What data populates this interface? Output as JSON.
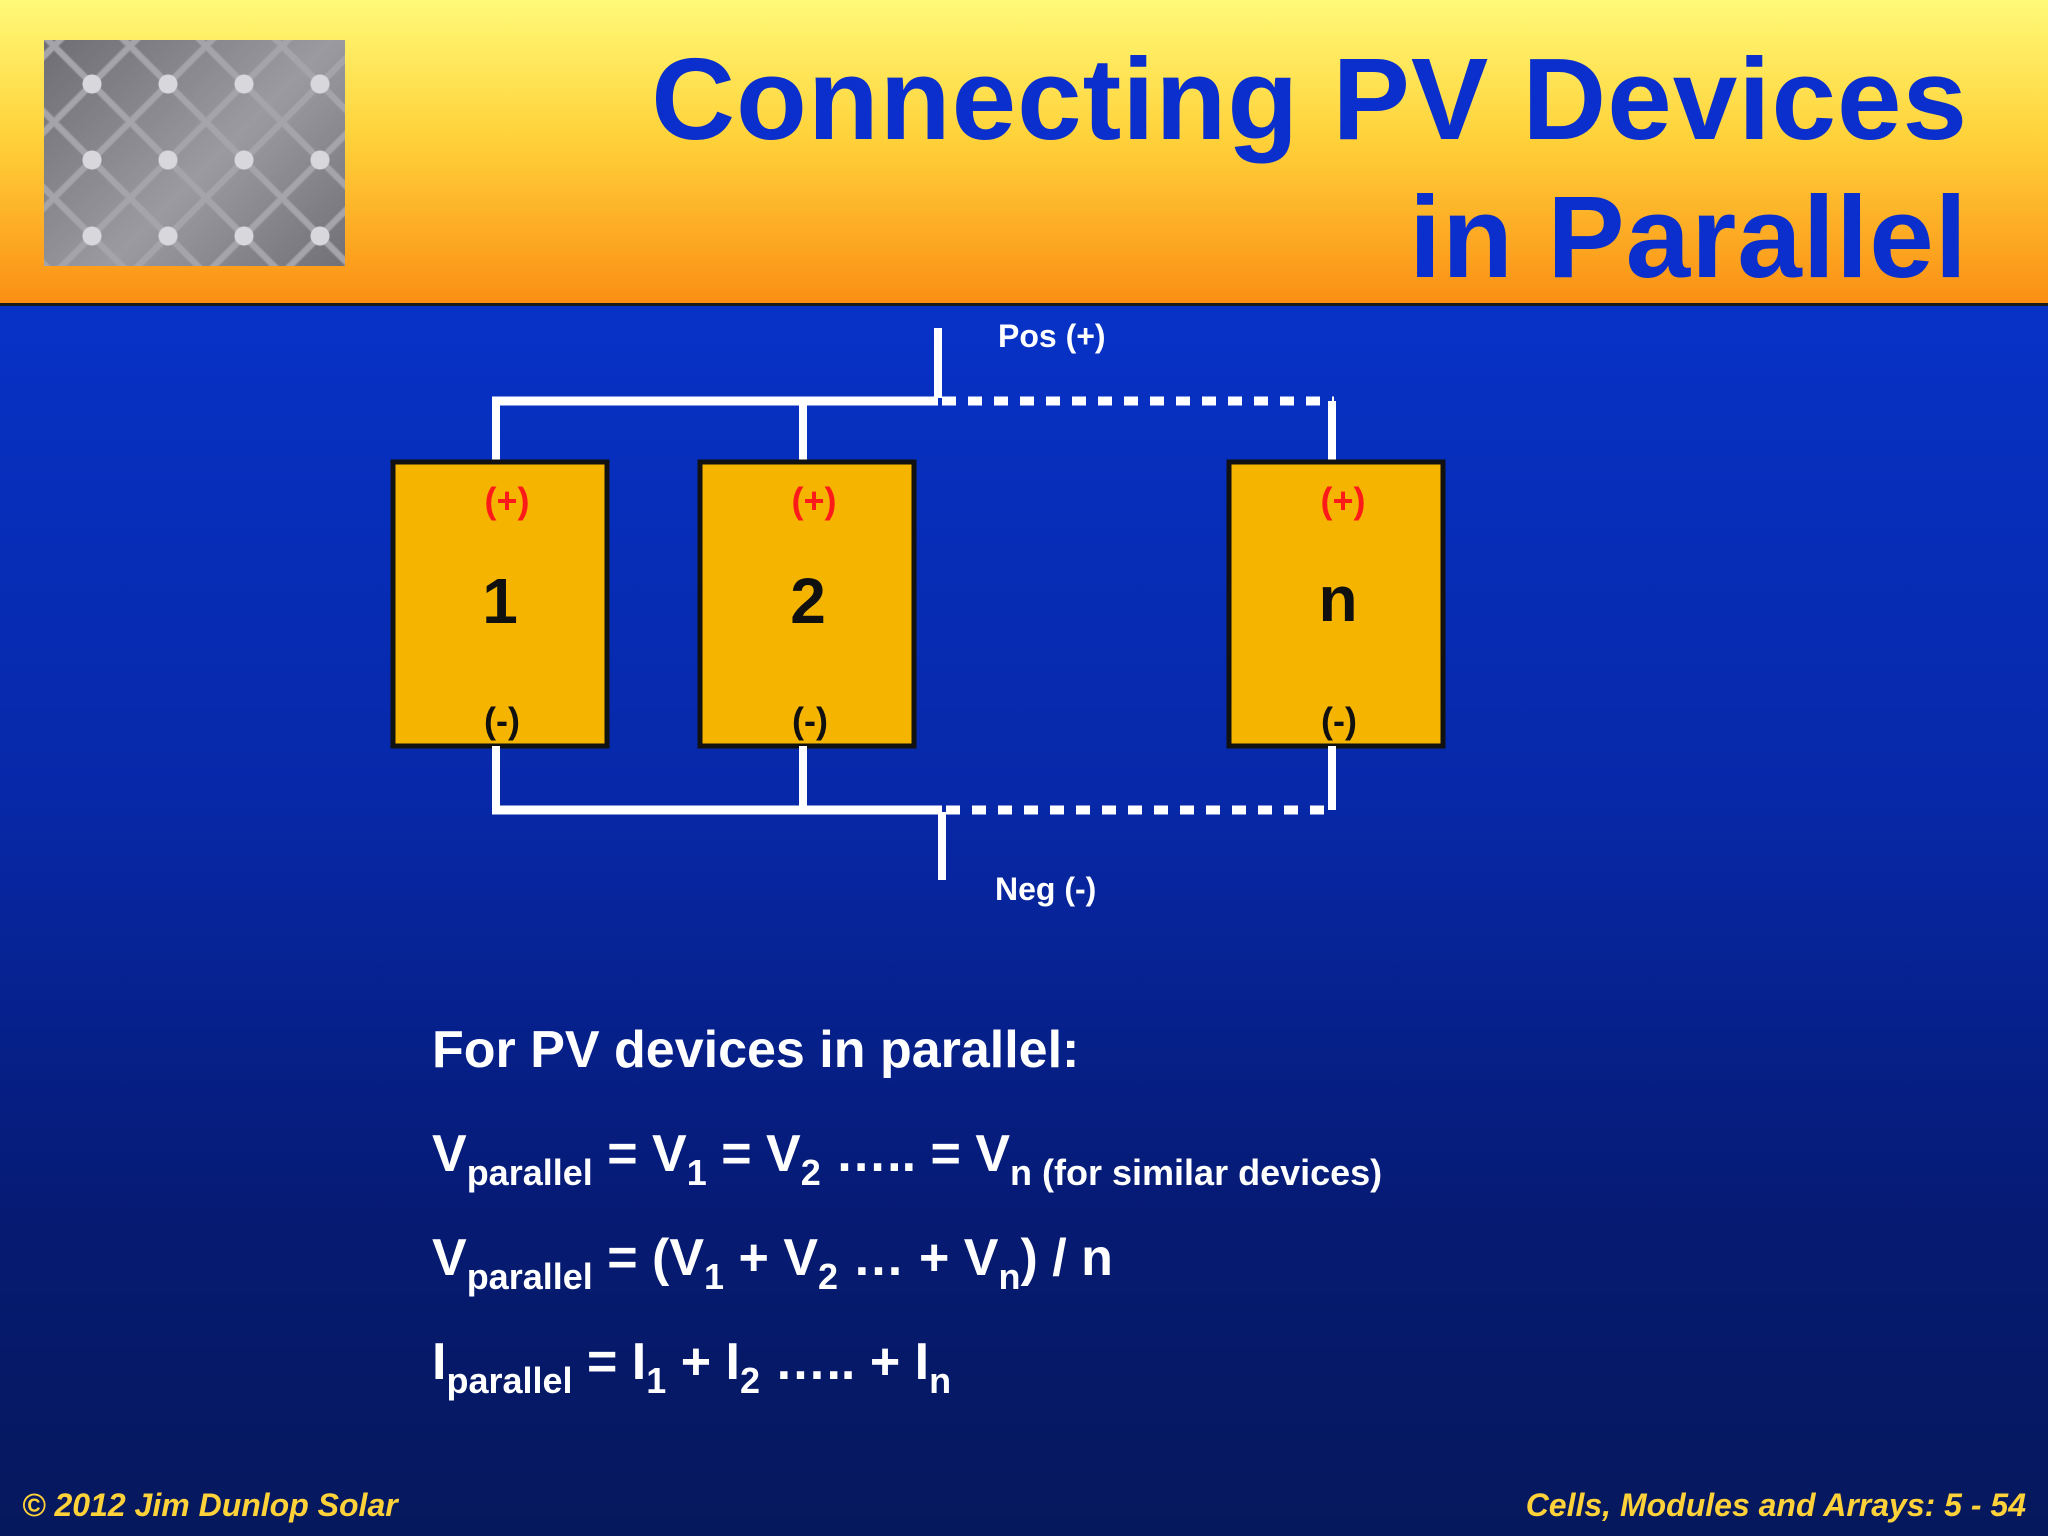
{
  "slide": {
    "title_line1": "Connecting PV Devices",
    "title_line2": "in Parallel",
    "header_image": "solar-cell-closeup"
  },
  "diagram": {
    "pos_label": "Pos (+)",
    "neg_label": "Neg (-)",
    "devices": [
      {
        "label": "1",
        "plus": "(+)",
        "minus": "(-)"
      },
      {
        "label": "2",
        "plus": "(+)",
        "minus": "(-)"
      },
      {
        "label": "n",
        "plus": "(+)",
        "minus": "(-)"
      }
    ],
    "colors": {
      "device_fill": "#f4b400",
      "wire": "#ffffff",
      "plus": "#ff1a1a"
    }
  },
  "formulas": {
    "heading": "For PV devices in parallel:",
    "v": "V",
    "i": "I",
    "parallel": "parallel",
    "sub1": "1",
    "sub2": "2",
    "subn": "n",
    "eq1_mid1": " = V",
    "eq1_mid2": " = V",
    "eq1_mid3": " ….. = V",
    "eq1_note": " (for similar devices)",
    "eq2_mid1": " = (V",
    "eq2_mid2": " + V",
    "eq2_mid3": " … + V",
    "eq2_end": ") / n",
    "eq3_mid1": " = I",
    "eq3_mid2": " + I",
    "eq3_mid3": " ….. + I"
  },
  "footer": {
    "left": "© 2012 Jim Dunlop Solar",
    "right": "Cells, Modules and Arrays: 5 - 54"
  }
}
